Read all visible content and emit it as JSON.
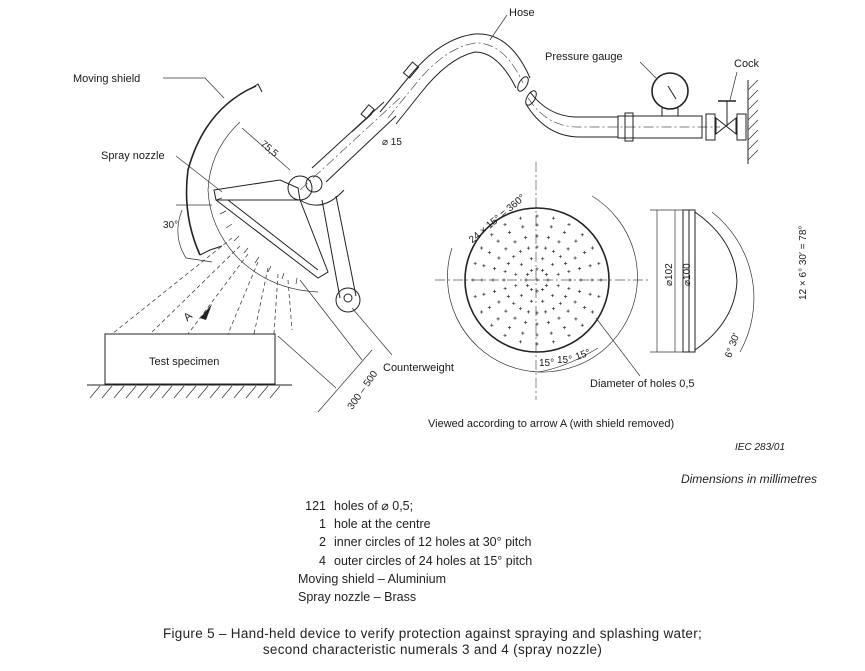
{
  "figure": {
    "labels": {
      "hose": "Hose",
      "pressure_gauge": "Pressure gauge",
      "cock": "Cock",
      "moving_shield": "Moving shield",
      "spray_nozzle": "Spray nozzle",
      "counterweight": "Counterweight",
      "test_specimen": "Test specimen",
      "arrow_a": "A",
      "diameter_of_holes": "Diameter of holes 0,5",
      "viewed_note": "Viewed according to arrow A (with shield removed)",
      "iec_ref": "IEC   283/01"
    },
    "dimensions": {
      "radius": "75,5",
      "hose_diameter": "⌀ 15",
      "angle": "30°",
      "distance": "300 – 500",
      "pitch_total": "24 × 15° = 360°",
      "pitch_15_a": "15°",
      "pitch_15_b": "15°",
      "pitch_15_c": "15°",
      "outer_diameter": "⌀102",
      "inner_diameter": "⌀100",
      "arc_total": "12 × 6° 30′ = 78°",
      "arc_step": "6° 30′"
    }
  },
  "dimensions_note": "Dimensions in millimetres",
  "notes": [
    {
      "num": "121",
      "text": "holes of ⌀ 0,5;",
      "indent": false
    },
    {
      "num": "1",
      "text": "hole at the centre",
      "indent": true
    },
    {
      "num": "2",
      "text": "inner circles of 12 holes at 30° pitch",
      "indent": true
    },
    {
      "num": "4",
      "text": "outer circles of 24 holes at 15° pitch",
      "indent": true
    },
    {
      "num": "",
      "text": "Moving shield – Aluminium",
      "indent": false
    },
    {
      "num": "",
      "text": "Spray nozzle – Brass",
      "indent": false
    }
  ],
  "caption": {
    "line1": "Figure 5 – Hand-held device to verify protection against spraying and splashing water;",
    "line2": "second characteristic numerals 3 and 4 (spray nozzle)"
  }
}
